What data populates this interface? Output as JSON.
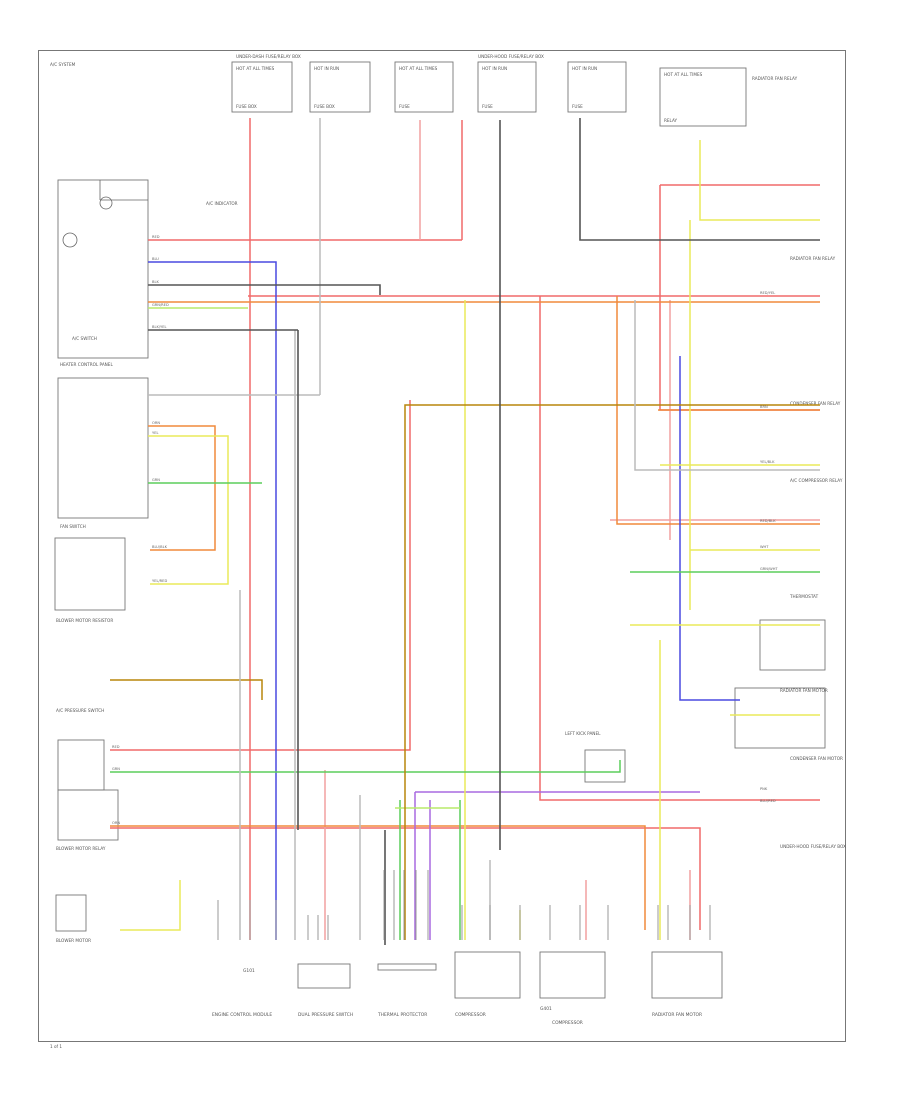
{
  "page": {
    "header_text": "A/C SYSTEM",
    "page_number": "1 of 1"
  },
  "colors": {
    "red": "#f06a6a",
    "pink": "#f2a0a0",
    "orange": "#f08a3c",
    "yellow": "#eaea5a",
    "green": "#5ccd5c",
    "blue": "#4a4ae0",
    "purple": "#a86ae0",
    "black": "#555555",
    "gray": "#bbbbbb",
    "brown": "#b8860b",
    "light_green": "#b8ea6a"
  },
  "fuses": [
    {
      "label_top": "HOT AT ALL TIMES",
      "label_bottom": "FUSE BOX"
    },
    {
      "label_top": "HOT IN RUN",
      "label_bottom": "FUSE BOX"
    },
    {
      "label_top": "HOT AT ALL TIMES",
      "label_bottom": "FUSE"
    },
    {
      "label_top": "HOT IN RUN",
      "label_bottom": "FUSE"
    },
    {
      "label_top": "HOT IN RUN",
      "label_bottom": "FUSE"
    },
    {
      "label_top": "HOT AT ALL TIMES",
      "label_bottom": "RELAY"
    }
  ],
  "components": {
    "heater_control_panel": "HEATER CONTROL PANEL",
    "fan_switch": "FAN SWITCH",
    "a_c_switch": "A/C SWITCH",
    "a_c_indicator": "A/C INDICATOR",
    "blower_motor_resistor": "BLOWER MOTOR RESISTOR",
    "blower_motor_relay": "BLOWER MOTOR RELAY",
    "blower_motor": "BLOWER MOTOR",
    "radiator_fan_relay": "RADIATOR FAN RELAY",
    "condenser_fan_relay": "CONDENSER FAN RELAY",
    "a_c_compressor_relay": "A/C COMPRESSOR RELAY",
    "a_c_pressure_switch": "A/C PRESSURE SWITCH",
    "dual_pressure_switch": "DUAL PRESSURE SWITCH",
    "thermal_protector": "THERMAL PROTECTOR",
    "compressor": "COMPRESSOR",
    "engine_control_module": "ENGINE CONTROL MODULE",
    "thermostat": "THERMOSTAT",
    "radiator_fan_motor": "RADIATOR FAN MOTOR",
    "condenser_fan_motor": "CONDENSER FAN MOTOR",
    "under_dash_fuse_box": "UNDER-DASH FUSE/RELAY BOX",
    "under_hood_fuse_box": "UNDER-HOOD FUSE/RELAY BOX",
    "left_kick_panel": "LEFT KICK PANEL",
    "ground_1": "G101",
    "ground_2": "G401"
  },
  "wire_labels": {
    "blk": "BLK",
    "blu": "BLU",
    "red": "RED",
    "yel": "YEL",
    "grn": "GRN",
    "orn": "ORN",
    "brn": "BRN",
    "pnk": "PNK",
    "yel_red": "YEL/RED",
    "blu_blk": "BLU/BLK",
    "grn_red": "GRN/RED",
    "red_blk": "RED/BLK",
    "blk_yel": "BLK/YEL",
    "red_yel": "RED/YEL",
    "yel_blk": "YEL/BLK",
    "wht": "WHT",
    "grn_wht": "GRN/WHT",
    "blu_red": "BLU/RED"
  }
}
